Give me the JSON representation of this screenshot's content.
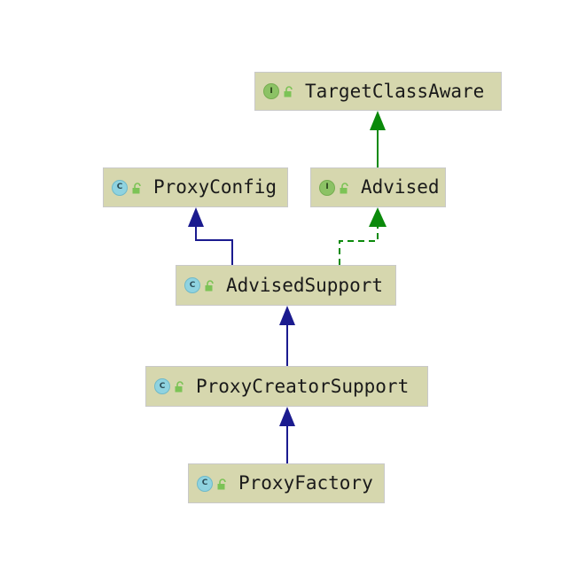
{
  "diagram": {
    "title": "Spring AOP ProxyFactory class hierarchy",
    "background_color": "#ffffff",
    "node_fill_color": "#d6d7ae",
    "node_border_color": "#c9c9c9",
    "inheritance_edge_color": "#1b1b8f",
    "realization_edge_color": "#0b8a0b",
    "class_icon_color": "#8fd3e0",
    "interface_icon_color": "#8cc265",
    "lock_icon_color": "#7cc356"
  },
  "nodes": [
    {
      "id": "target-class-aware",
      "label": "TargetClassAware",
      "kind": "interface",
      "kind_letter": "I",
      "icon": "interface-icon",
      "visibility": "public",
      "visibility_icon": "lock-open-icon"
    },
    {
      "id": "proxy-config",
      "label": "ProxyConfig",
      "kind": "class",
      "kind_letter": "C",
      "icon": "class-icon",
      "visibility": "public",
      "visibility_icon": "lock-open-icon"
    },
    {
      "id": "advised",
      "label": "Advised",
      "kind": "interface",
      "kind_letter": "I",
      "icon": "interface-icon",
      "visibility": "public",
      "visibility_icon": "lock-open-icon"
    },
    {
      "id": "advised-support",
      "label": "AdvisedSupport",
      "kind": "class",
      "kind_letter": "C",
      "icon": "class-icon",
      "visibility": "public",
      "visibility_icon": "lock-open-icon"
    },
    {
      "id": "proxy-creator-support",
      "label": "ProxyCreatorSupport",
      "kind": "class",
      "kind_letter": "C",
      "icon": "class-icon",
      "visibility": "public",
      "visibility_icon": "lock-open-icon"
    },
    {
      "id": "proxy-factory",
      "label": "ProxyFactory",
      "kind": "class",
      "kind_letter": "C",
      "icon": "class-icon",
      "visibility": "public",
      "visibility_icon": "lock-open-icon"
    }
  ],
  "edges": [
    {
      "id": "advised-extends-target-class-aware",
      "from": "advised",
      "to": "target-class-aware",
      "style": "solid",
      "relation": "extends",
      "color": "#0b8a0b"
    },
    {
      "id": "advised-support-extends-proxy-config",
      "from": "advised-support",
      "to": "proxy-config",
      "style": "solid",
      "relation": "extends",
      "color": "#1b1b8f"
    },
    {
      "id": "advised-support-implements-advised",
      "from": "advised-support",
      "to": "advised",
      "style": "dashed",
      "relation": "implements",
      "color": "#0b8a0b"
    },
    {
      "id": "proxy-creator-support-extends-advised-support",
      "from": "proxy-creator-support",
      "to": "advised-support",
      "style": "solid",
      "relation": "extends",
      "color": "#1b1b8f"
    },
    {
      "id": "proxy-factory-extends-proxy-creator-support",
      "from": "proxy-factory",
      "to": "proxy-creator-support",
      "style": "solid",
      "relation": "extends",
      "color": "#1b1b8f"
    }
  ]
}
